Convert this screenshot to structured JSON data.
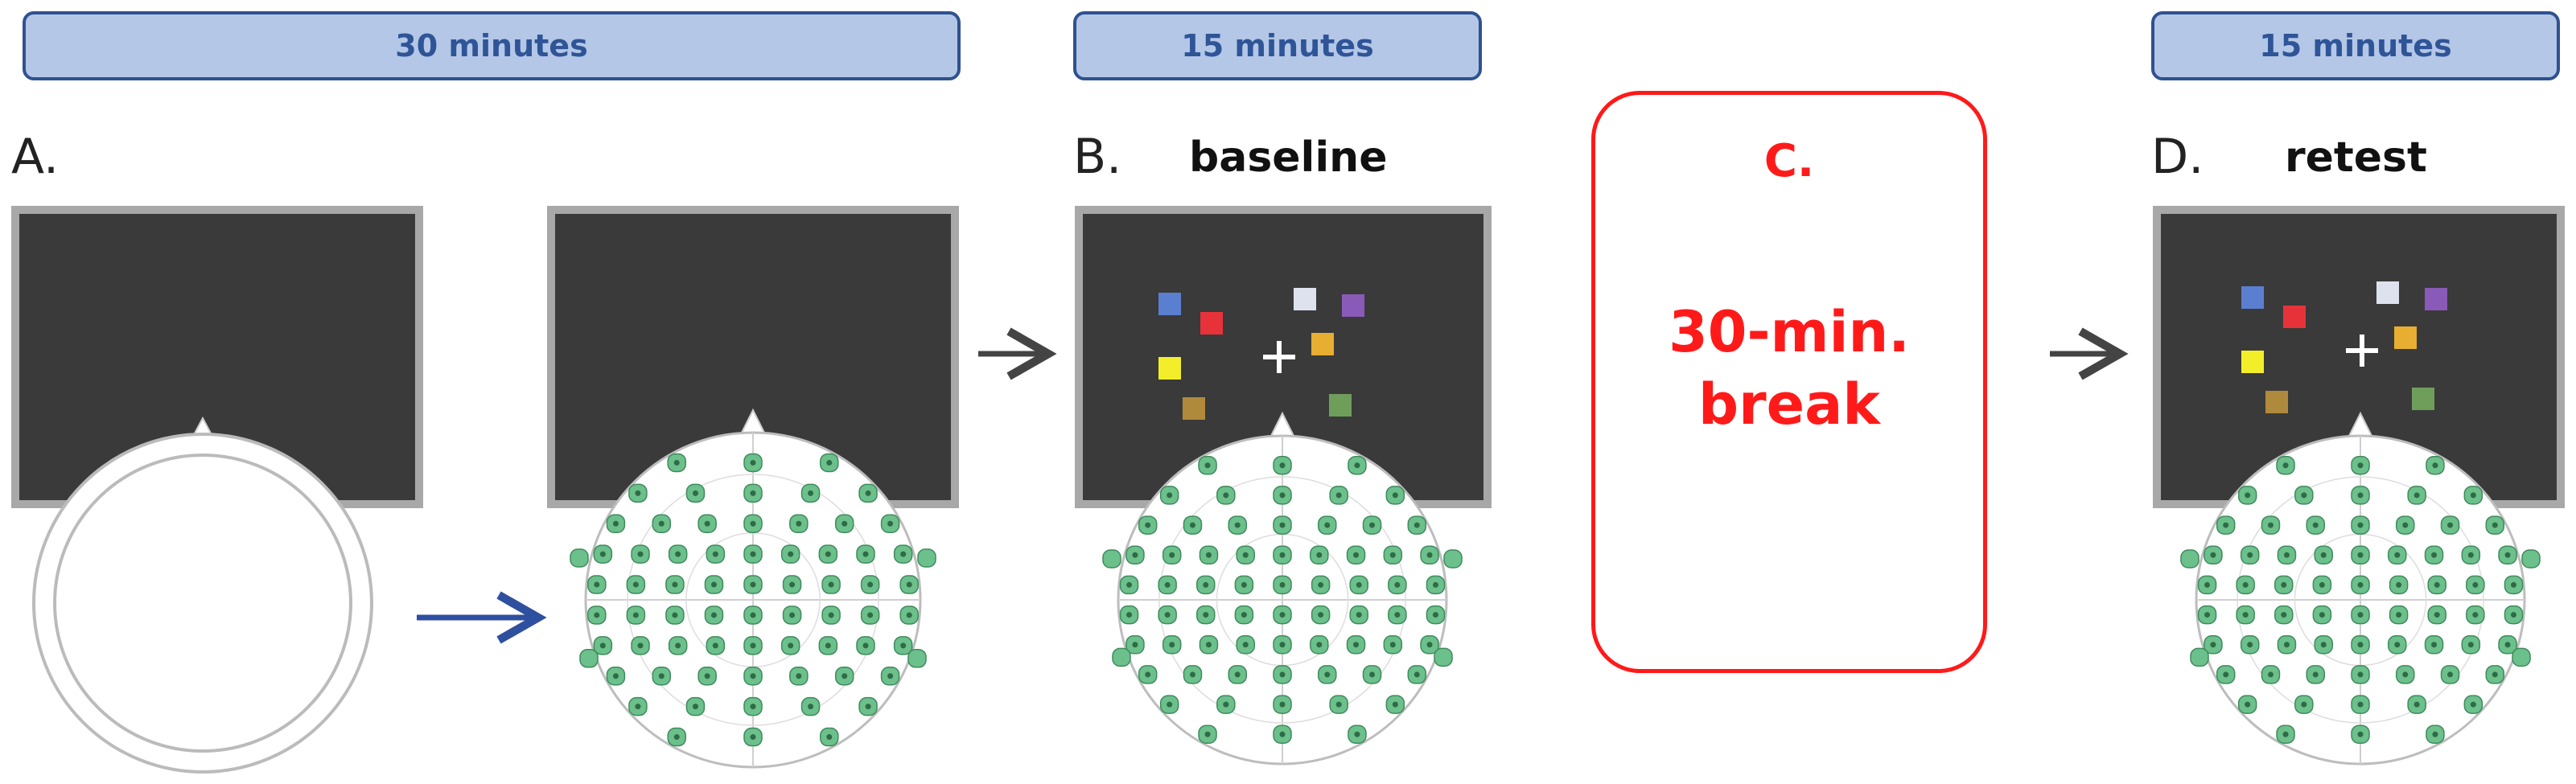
{
  "durations": [
    {
      "id": "duration-30",
      "label": "30 minutes"
    },
    {
      "id": "duration-15-baseline",
      "label": "15 minutes"
    },
    {
      "id": "duration-15-retest",
      "label": "15 minutes"
    }
  ],
  "panels": {
    "a": {
      "letter": "A."
    },
    "b": {
      "letter": "B.",
      "title": "baseline"
    },
    "c": {
      "letter": "C.",
      "line1": "30-min.",
      "line2": "break"
    },
    "d": {
      "letter": "D.",
      "title": "retest"
    }
  },
  "colors": {
    "accent_box_fill": "#b4c7e7",
    "accent_box_border": "#2f528f",
    "accent_text": "#2f5597",
    "break_red": "#ff1a1a",
    "screen": "#3a3a3a",
    "electrode_green": "#6cc08b",
    "arrow_blue": "#2f4f9f",
    "arrow_gray": "#444444"
  },
  "stimulus_squares": [
    {
      "color": "#5b7fd0"
    },
    {
      "color": "#e8323a"
    },
    {
      "color": "#f2ee2a"
    },
    {
      "color": "#b08a3c"
    },
    {
      "color": "#dde2ee"
    },
    {
      "color": "#8a5ab8"
    },
    {
      "color": "#e7ae32"
    },
    {
      "color": "#6f9e5b"
    }
  ],
  "icons": [
    "right-arrow-icon",
    "fixation-cross-icon",
    "eeg-cap-icon",
    "head-outline-icon"
  ]
}
